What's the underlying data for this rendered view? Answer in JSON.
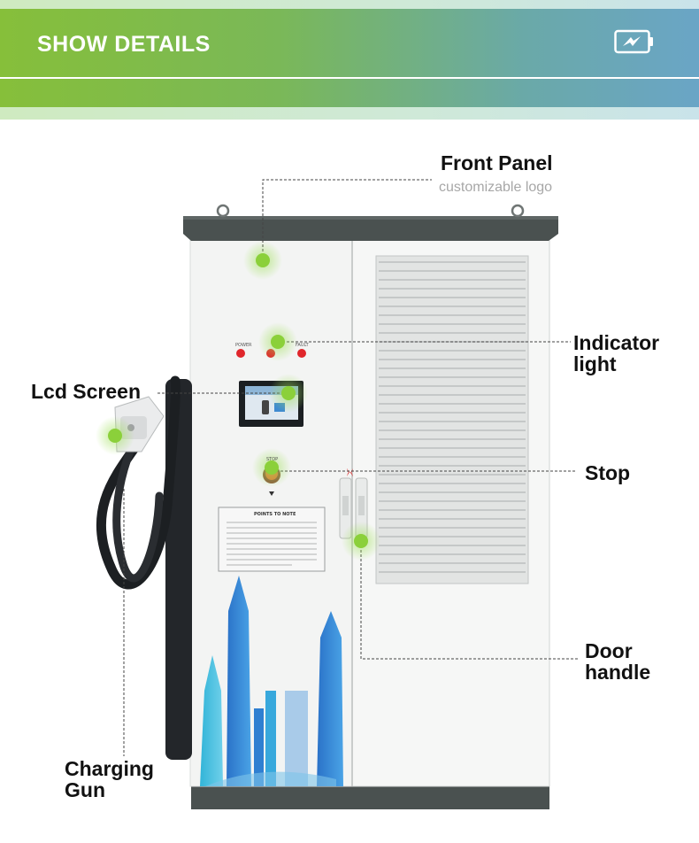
{
  "header": {
    "title": "SHOW DETAILS",
    "icon": "battery-bolt-icon"
  },
  "callouts": {
    "front_panel": {
      "label": "Front Panel",
      "sub": "customizable logo"
    },
    "indicator_light": {
      "line1": "Indicator",
      "line2": "light"
    },
    "lcd_screen": {
      "label": "Lcd Screen"
    },
    "stop": {
      "label": "Stop"
    },
    "door_handle": {
      "line1": "Door",
      "line2": "handle"
    },
    "charging_gun": {
      "line1": "Charging",
      "line2": "Gun"
    }
  },
  "panel_text": {
    "power": "POWER",
    "fault": "FAULT",
    "stop": "STOP",
    "notice_title": "POINTS TO NOTE"
  },
  "colors": {
    "accent_green": "#8bd03a",
    "banner_start": "#86bf3a",
    "banner_end": "#6aa5c6",
    "cabinet": "#f4f5f4",
    "cabinet_top": "#4a5150"
  }
}
